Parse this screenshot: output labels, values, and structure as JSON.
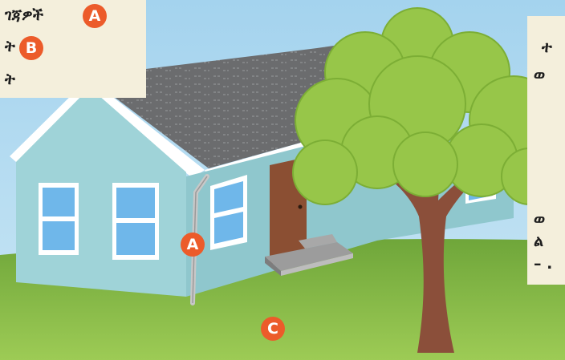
{
  "panels": {
    "left": {
      "line1": "ገጃዎች",
      "line2": "ት",
      "line3": "ት"
    },
    "right": {
      "line1": "ተ",
      "line2": "ወ",
      "line3": "ወ",
      "line4": "ል",
      "line5": "– ."
    }
  },
  "markers": {
    "a_top": "A",
    "b": "B",
    "a_house": "A",
    "c": "C"
  },
  "colors": {
    "sky": "#a9d6ef",
    "grass": "#80b245",
    "house_wall": "#9fd3d8",
    "roof": "#6d6e70",
    "door": "#8b4f33",
    "tree_leaves": "#9bc84a",
    "trunk": "#8b4f3a",
    "badge": "#ec5b2a",
    "panel": "#f4efdc"
  }
}
